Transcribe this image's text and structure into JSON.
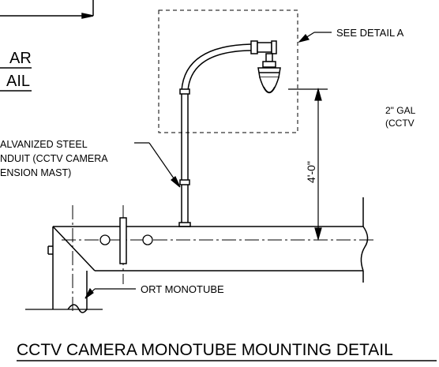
{
  "labels": {
    "left_title_line1": "AR",
    "left_title_line2": "AIL",
    "see_detail": "SEE DETAIL A",
    "conduit_line1": "ALVANIZED STEEL",
    "conduit_line2": "NDUIT (CCTV CAMERA",
    "conduit_line3": "ENSION MAST)",
    "right_note_line1": "2\" GAL",
    "right_note_line2": "(CCTV",
    "dimension": "4'-0\"",
    "monotube": "ORT MONOTUBE",
    "main_title": "CCTV CAMERA MONOTUBE MOUNTING DETAIL"
  },
  "colors": {
    "line": "#000000",
    "background": "#ffffff"
  }
}
